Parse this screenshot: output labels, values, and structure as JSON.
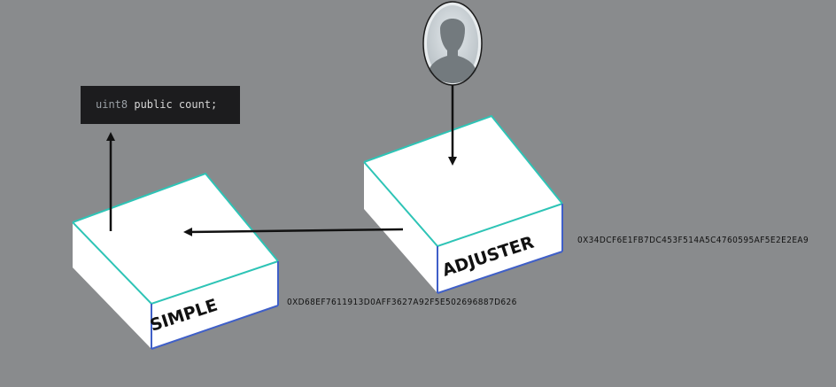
{
  "code_snippet": {
    "type_keyword": "uint8",
    "rest": " public count;"
  },
  "contracts": {
    "simple": {
      "label": "SIMPLE",
      "address": "0XD68EF7611913D0AFF3627A92F5E502696887D626"
    },
    "adjuster": {
      "label": "ADJUSTER",
      "address": "0X34DCF6E1FB7DC453F514A5C4760595AF5E2E2EA9"
    }
  },
  "icons": {
    "user": "user-avatar-icon"
  },
  "colors": {
    "background": "#898b8d",
    "box_top_edge": "#2ec4b6",
    "box_side_edge": "#3f5fc8",
    "code_background": "#1c1c1e"
  }
}
